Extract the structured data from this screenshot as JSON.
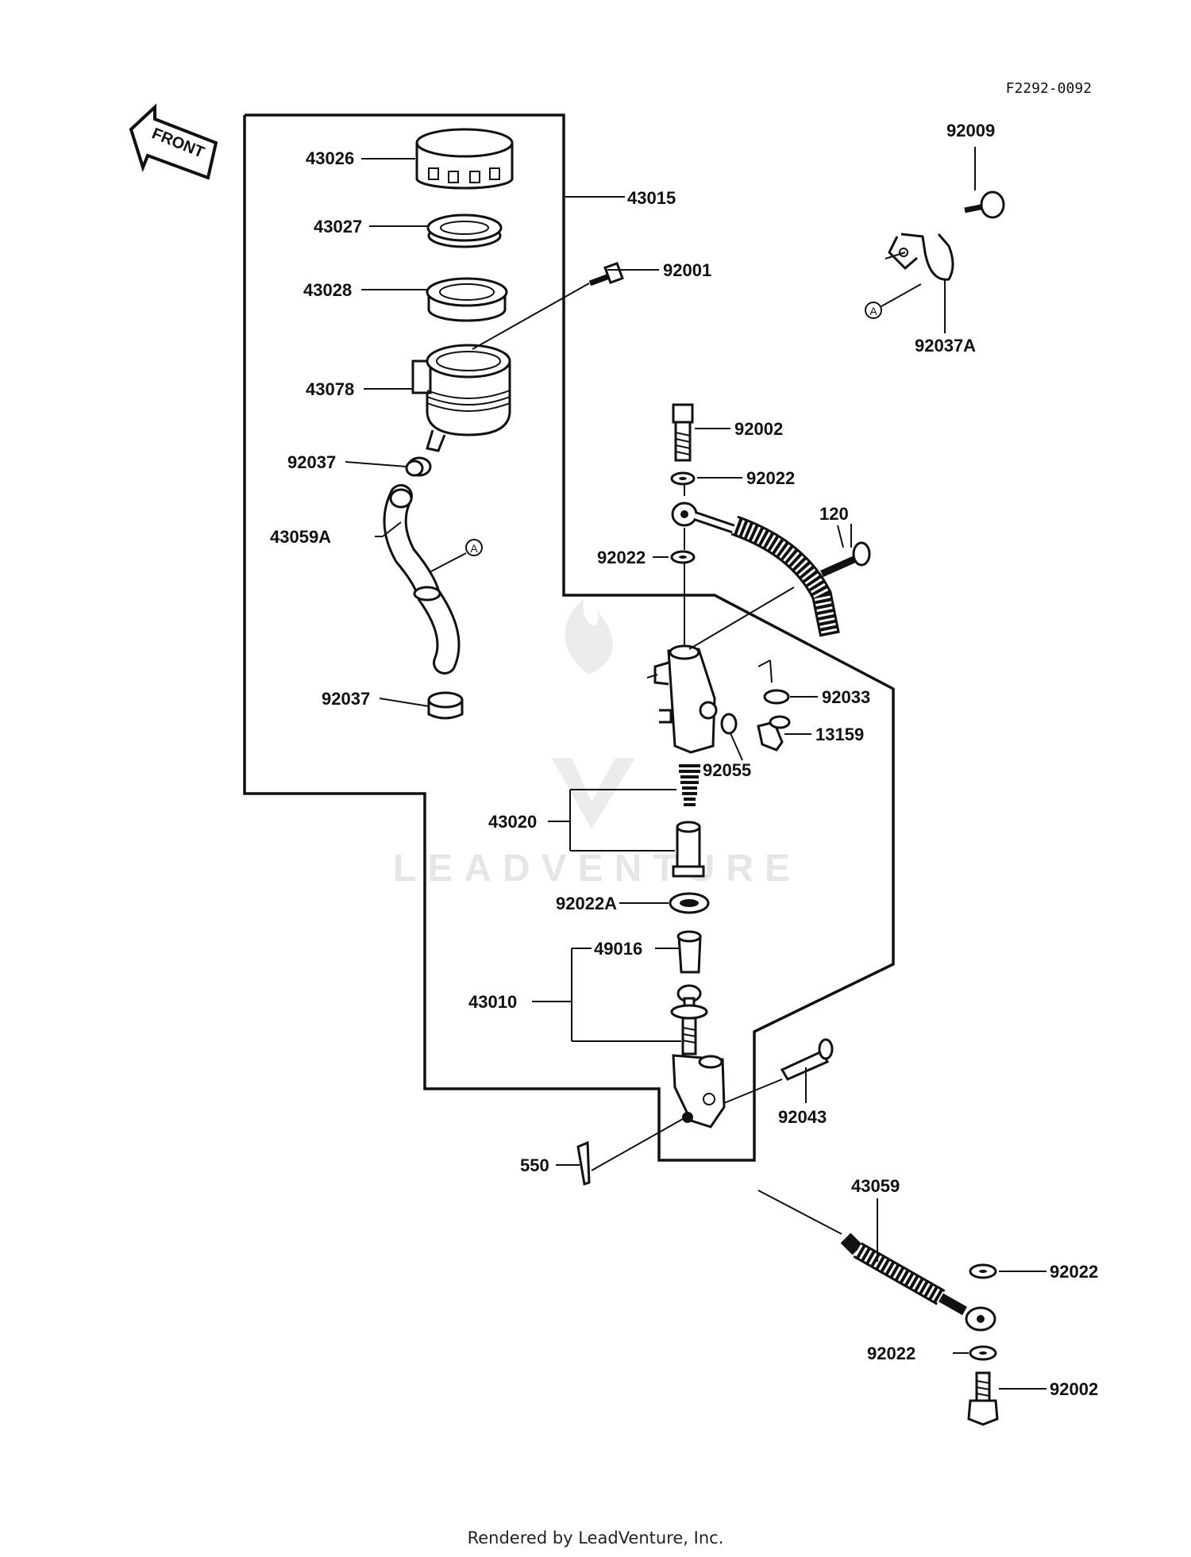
{
  "diagram": {
    "reference_code": "F2292-0092",
    "front_arrow_label": "FRONT",
    "callout_marker": "A",
    "footer": "Rendered by LeadVenture, Inc.",
    "watermark": "LEADVENTURE",
    "labels": {
      "p43026": "43026",
      "p43015": "43015",
      "p43027": "43027",
      "p43028": "43028",
      "p92001": "92001",
      "p43078": "43078",
      "p92037_top": "92037",
      "p43059a": "43059A",
      "p92037_bottom": "92037",
      "p92009": "92009",
      "p92037a": "92037A",
      "p92002_top": "92002",
      "p92022_a": "92022",
      "p120": "120",
      "p92022_b": "92022",
      "p92033": "92033",
      "p13159": "13159",
      "p92055": "92055",
      "p43020": "43020",
      "p92022a": "92022A",
      "p49016": "49016",
      "p43010": "43010",
      "p92043": "92043",
      "p550": "550",
      "p43059": "43059",
      "p92022_c": "92022",
      "p92022_d": "92022",
      "p92002_bottom": "92002"
    }
  }
}
